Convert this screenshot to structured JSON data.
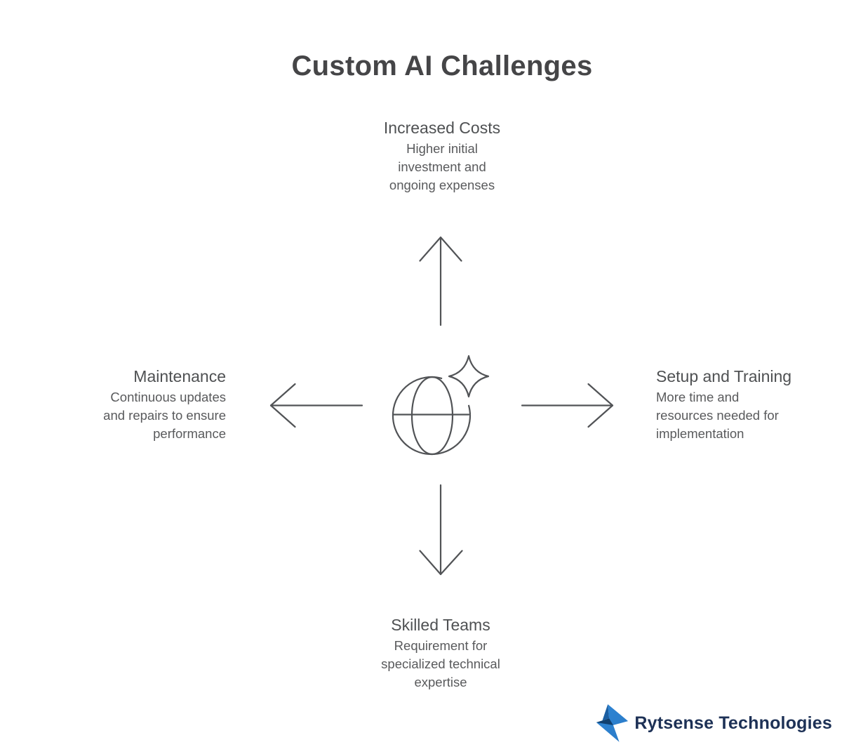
{
  "title": "Custom AI Challenges",
  "colors": {
    "background": "#ffffff",
    "title_text": "#454547",
    "heading_text": "#4f5153",
    "body_text": "#595a5c",
    "line_stroke": "#515356",
    "logo_text": "#1d3156",
    "logo_blue": "#2d80d0",
    "logo_dark_blue": "#10406f"
  },
  "center_icon": "globe-sparkle-icon",
  "challenges": [
    {
      "position": "top",
      "arrow": "arrow-up-icon",
      "title": "Increased Costs",
      "lines": [
        "Higher initial",
        "investment and",
        "ongoing expenses"
      ]
    },
    {
      "position": "left",
      "arrow": "arrow-left-icon",
      "title": "Maintenance",
      "lines": [
        "Continuous updates",
        "and repairs to ensure",
        "performance"
      ]
    },
    {
      "position": "right",
      "arrow": "arrow-right-icon",
      "title": "Setup and Training",
      "lines": [
        "More time and",
        "resources needed for",
        "implementation"
      ]
    },
    {
      "position": "bottom",
      "arrow": "arrow-down-icon",
      "title": "Skilled Teams",
      "lines": [
        "Requirement for",
        "specialized technical",
        "expertise"
      ]
    }
  ],
  "footer": {
    "brand": "Rytsense Technologies"
  }
}
